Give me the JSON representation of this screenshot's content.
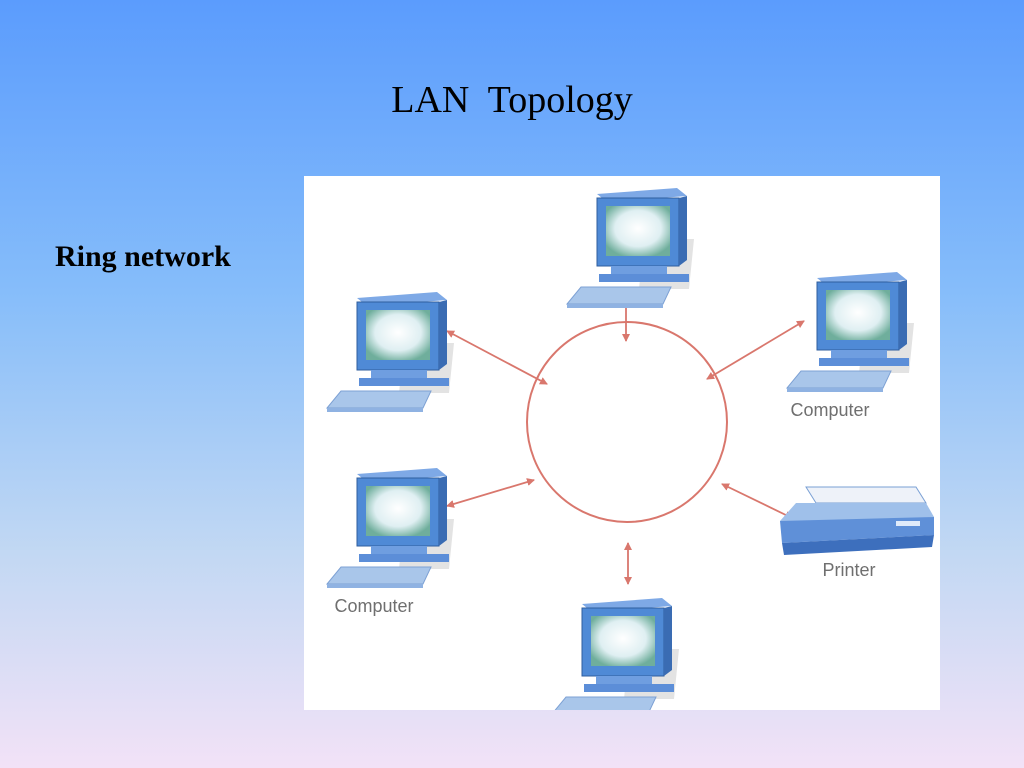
{
  "slide": {
    "title": "LAN  Topology",
    "side_label": "Ring network"
  },
  "diagram": {
    "type": "ring",
    "colors": {
      "ring": "#d9776d",
      "link": "#d9776d",
      "monitor_body": "#4f8ad6",
      "monitor_screen": "#dfeff2",
      "keyboard": "#a9c6ea"
    },
    "nodes": [
      {
        "id": "top",
        "kind": "computer",
        "label": ""
      },
      {
        "id": "upper-left",
        "kind": "computer",
        "label": ""
      },
      {
        "id": "upper-right",
        "kind": "computer",
        "label": "Computer"
      },
      {
        "id": "lower-left",
        "kind": "computer",
        "label": "Computer"
      },
      {
        "id": "lower-right",
        "kind": "printer",
        "label": "Printer"
      },
      {
        "id": "bottom",
        "kind": "computer",
        "label": ""
      }
    ]
  }
}
